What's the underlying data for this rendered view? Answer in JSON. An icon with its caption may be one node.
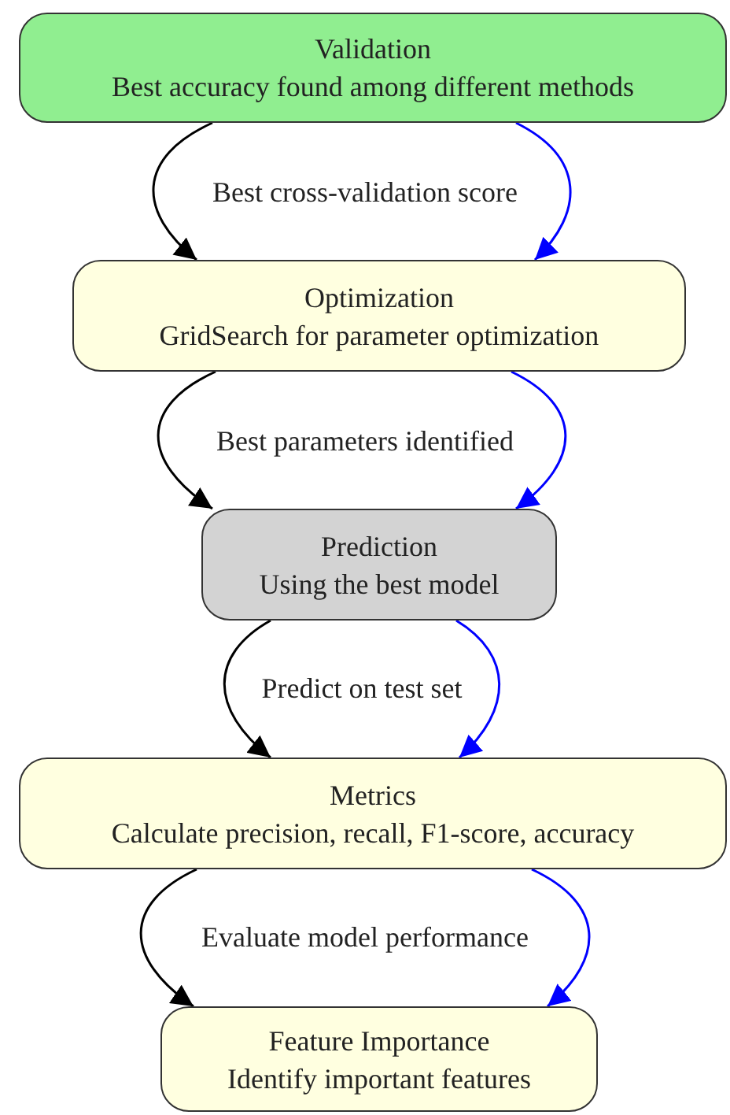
{
  "diagram": {
    "nodes": [
      {
        "text": [
          "Validation",
          "Best accuracy found among different methods"
        ]
      },
      {
        "text": [
          "Optimization",
          "GridSearch for parameter optimization"
        ]
      },
      {
        "text": [
          "Prediction",
          "Using the best model"
        ]
      },
      {
        "text": [
          "Metrics",
          "Calculate precision, recall, F1-score, accuracy"
        ]
      },
      {
        "text": [
          "Feature Importance",
          "Identify important features"
        ]
      }
    ],
    "edges": [
      {
        "from": 0,
        "to": 1,
        "arrow": "to",
        "label": "Best cross-validation score"
      },
      {
        "from": 0,
        "to": 1,
        "arrow": "to",
        "color": "#0000ff"
      },
      {
        "from": 1,
        "to": 2,
        "arrow": "to",
        "label": "Best parameters identified"
      },
      {
        "from": 1,
        "to": 2,
        "arrow": "to",
        "color": "#0000ff"
      },
      {
        "from": 2,
        "to": 3,
        "arrow": "to",
        "label": "Predict on test set"
      },
      {
        "from": 2,
        "to": 3,
        "arrow": "to",
        "color": "#0000ff"
      },
      {
        "from": 3,
        "to": 4,
        "arrow": "to",
        "label": "Evaluate model performance"
      },
      {
        "from": 3,
        "to": 4,
        "arrow": "to",
        "color": "#0000ff"
      }
    ]
  }
}
